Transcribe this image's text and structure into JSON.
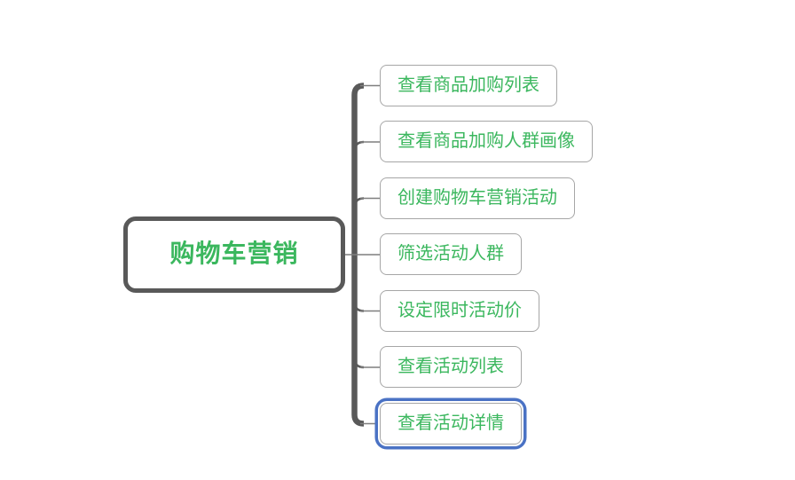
{
  "diagram": {
    "type": "mindmap",
    "root": {
      "label": "购物车营销"
    },
    "subtopics": [
      {
        "label": "查看商品加购列表",
        "selected": false
      },
      {
        "label": "查看商品加购人群画像",
        "selected": false
      },
      {
        "label": "创建购物车营销活动",
        "selected": false
      },
      {
        "label": "筛选活动人群",
        "selected": false
      },
      {
        "label": "设定限时活动价",
        "selected": false
      },
      {
        "label": "查看活动列表",
        "selected": false
      },
      {
        "label": "查看活动详情",
        "selected": true
      }
    ],
    "colors": {
      "background": "#ffffff",
      "topic_text": "#3bb75e",
      "root_border": "#595959",
      "subtopic_border": "#a6a6a6",
      "spine": "#595959",
      "branch_line": "#7f7f7f",
      "selection_ring": "#4a72c4"
    }
  }
}
